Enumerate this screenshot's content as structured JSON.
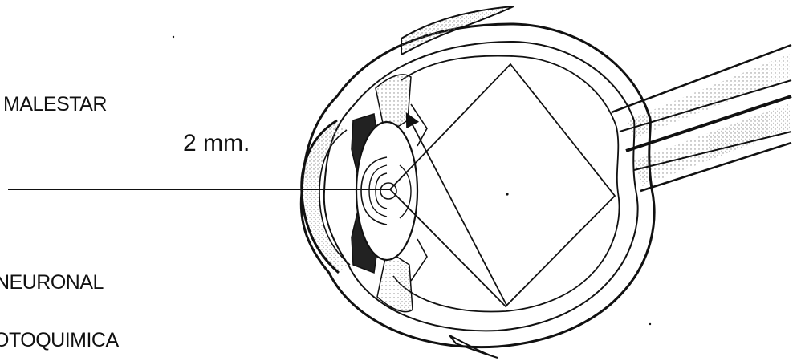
{
  "labels": {
    "malestar": "MALESTAR",
    "size": "2 mm.",
    "neuronal": "NEURONAL",
    "fotoquimica": "OTOQUIMICA"
  },
  "colors": {
    "ink": "#111111",
    "background": "#ffffff",
    "stipple": "#9a9a9a"
  }
}
